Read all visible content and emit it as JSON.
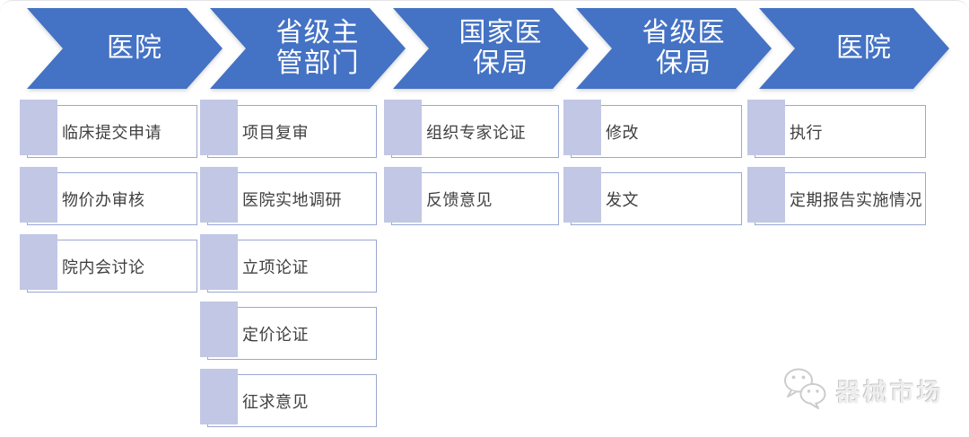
{
  "stages": [
    {
      "label": "医院",
      "label_lines": [
        "医院"
      ],
      "steps": [
        "临床提交申请",
        "物价办审核",
        "院内会讨论"
      ]
    },
    {
      "label": "省级主管部门",
      "label_lines": [
        "省级主",
        "管部门"
      ],
      "steps": [
        "项目复审",
        "医院实地调研",
        "立项论证",
        "定价论证",
        "征求意见"
      ]
    },
    {
      "label": "国家医保局",
      "label_lines": [
        "国家医",
        "保局"
      ],
      "steps": [
        "组织专家论证",
        "反馈意见"
      ]
    },
    {
      "label": "省级医保局",
      "label_lines": [
        "省级医",
        "保局"
      ],
      "steps": [
        "修改",
        "发文"
      ]
    },
    {
      "label": "医院",
      "label_lines": [
        "医院"
      ],
      "steps": [
        "执行",
        "定期报告实施情况"
      ]
    }
  ],
  "watermark": {
    "text": "器械市场",
    "icon": "wechat-icon"
  },
  "colors": {
    "chevron_blue": "#4472C4",
    "stage_text": "#ffffff",
    "step_square": "#c1c7e4",
    "step_border": "#9aa7d1",
    "step_text": "#3f3f3f",
    "watermark_text": "#eeeeee"
  }
}
